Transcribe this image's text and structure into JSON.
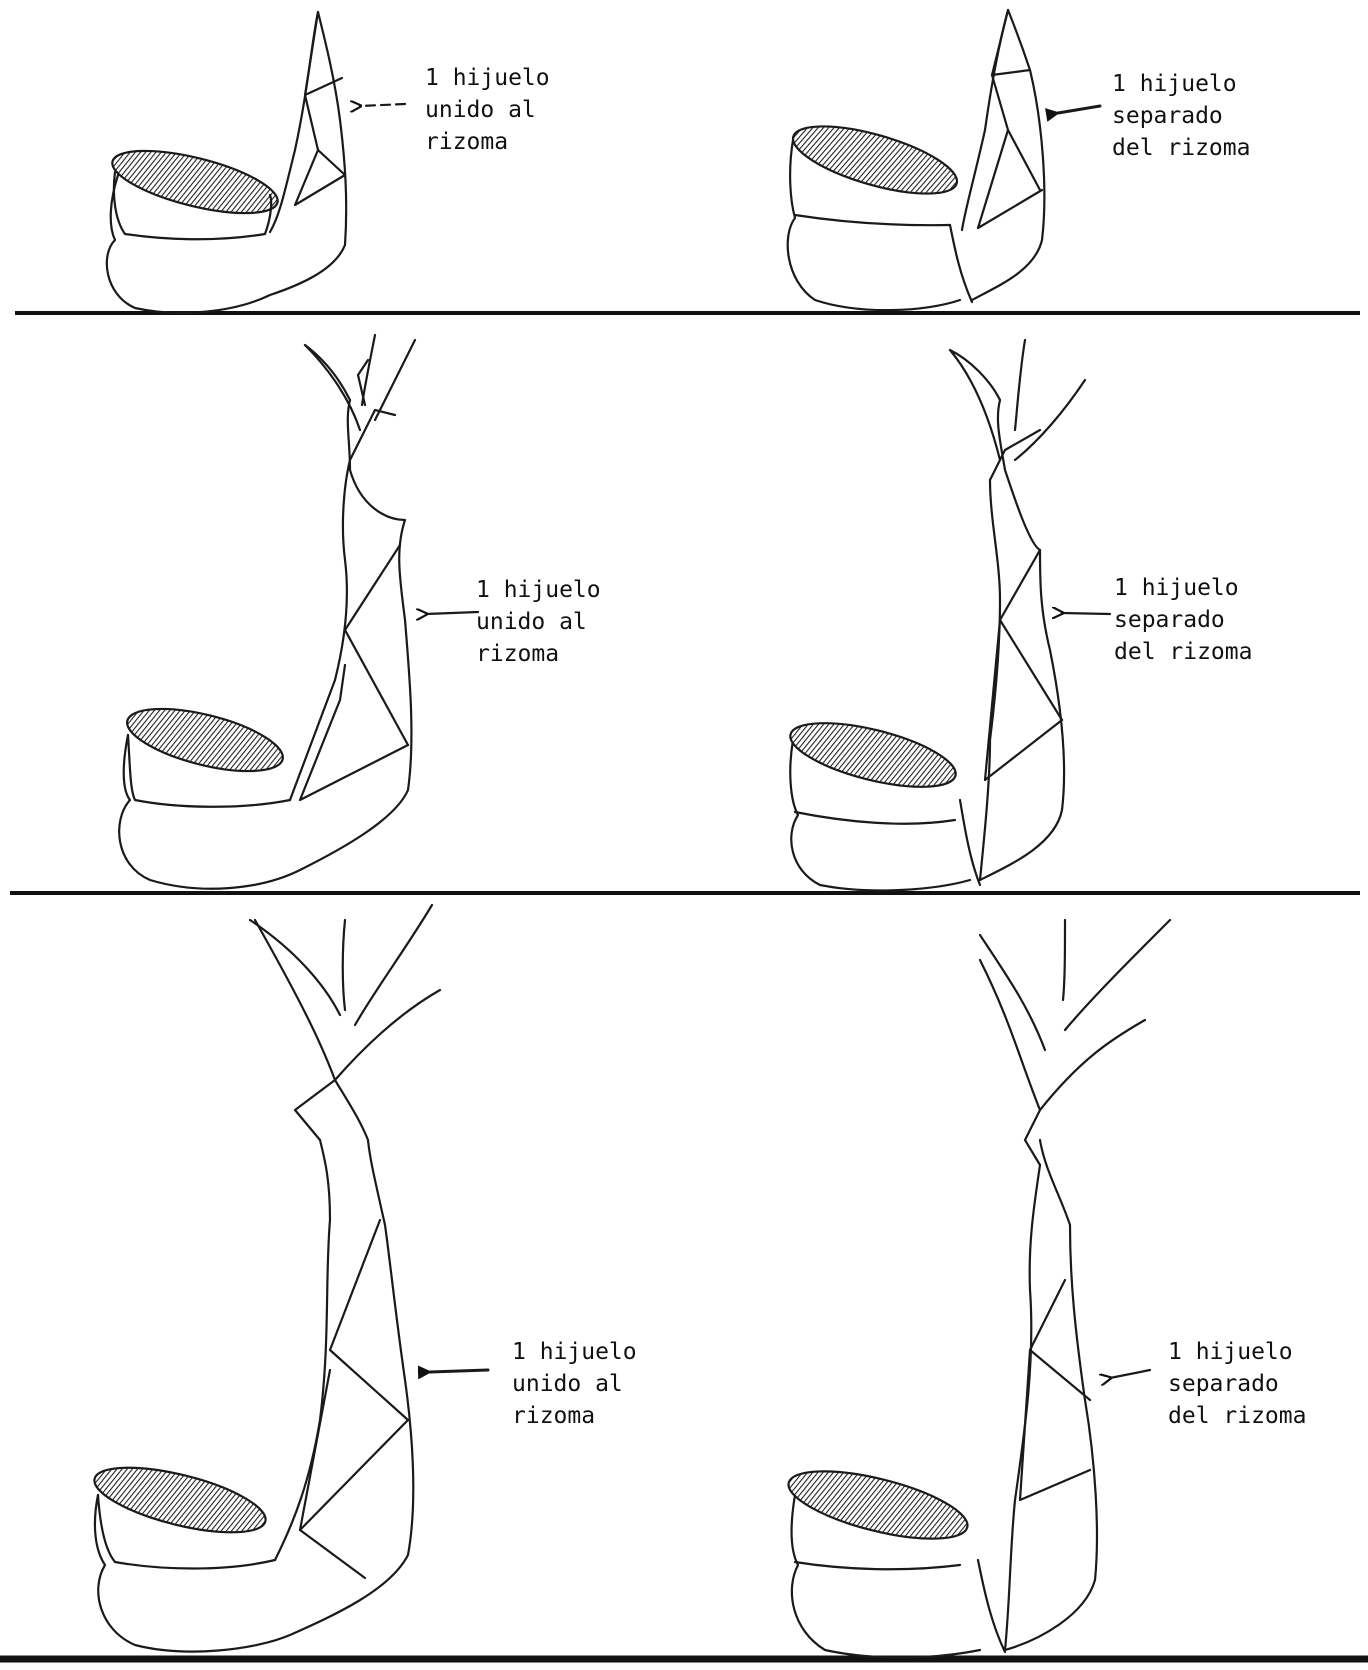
{
  "rows": [
    {
      "left": {
        "lines": [
          "1 hijuelo",
          "unido al",
          "rizoma"
        ]
      },
      "right": {
        "lines": [
          "1 hijuelo",
          "separado",
          "del rizoma"
        ]
      }
    },
    {
      "left": {
        "lines": [
          "1 hijuelo",
          "unido al",
          "rizoma"
        ]
      },
      "right": {
        "lines": [
          "1 hijuelo",
          "separado",
          "del rizoma"
        ]
      }
    },
    {
      "left": {
        "lines": [
          "1 hijuelo",
          "unido al",
          "rizoma"
        ]
      },
      "right": {
        "lines": [
          "1 hijuelo",
          "separado",
          "del rizoma"
        ]
      }
    }
  ],
  "colors": {
    "ink": "#1a1a1a",
    "paper": "#ffffff"
  }
}
